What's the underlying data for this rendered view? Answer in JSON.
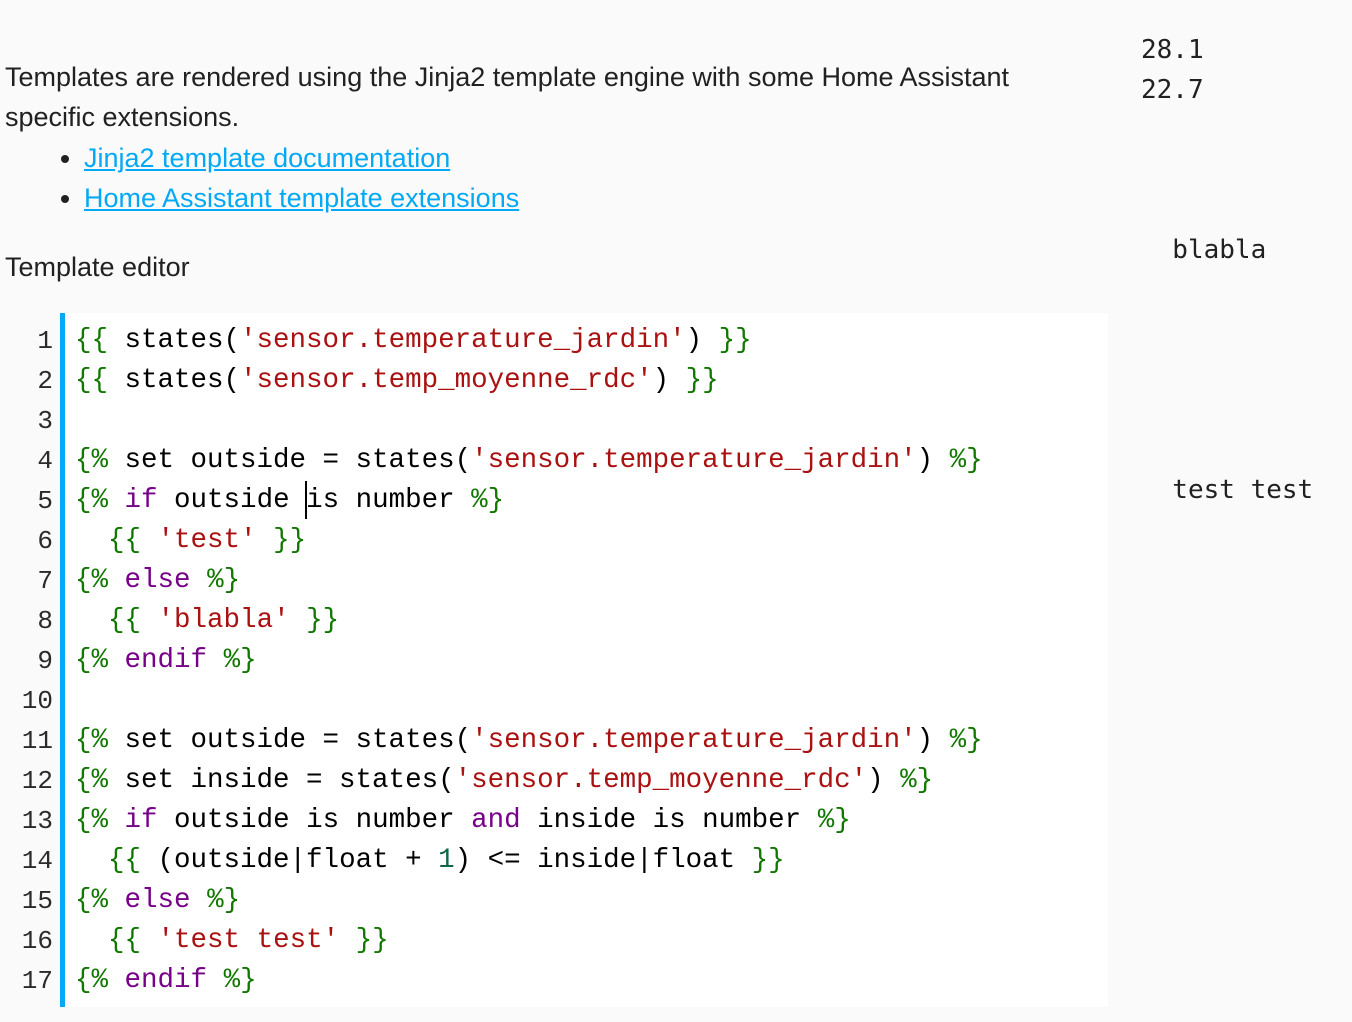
{
  "intro": {
    "line1": "Templates are rendered using the Jinja2 template engine with some Home Assistant",
    "line2": "specific extensions.",
    "link_color": "#03a9f4",
    "links": [
      {
        "label": "Jinja2 template documentation"
      },
      {
        "label": "Home Assistant template extensions"
      }
    ]
  },
  "editor": {
    "label": "Template editor",
    "accent_color": "#03a9f4",
    "background": "#ffffff",
    "syntax_colors": {
      "plain": "#000000",
      "tag": "#117700",
      "keyword": "#770088",
      "string": "#aa1111",
      "number": "#116644"
    },
    "cursor": {
      "line": 5,
      "col": 14
    },
    "lines": [
      {
        "no": "1",
        "tokens": [
          [
            "tag",
            "{{"
          ],
          [
            "plain",
            " states("
          ],
          [
            "string",
            "'sensor.temperature_jardin'"
          ],
          [
            "plain",
            ") "
          ],
          [
            "tag",
            "}}"
          ]
        ]
      },
      {
        "no": "2",
        "tokens": [
          [
            "tag",
            "{{"
          ],
          [
            "plain",
            " states("
          ],
          [
            "string",
            "'sensor.temp_moyenne_rdc'"
          ],
          [
            "plain",
            ") "
          ],
          [
            "tag",
            "}}"
          ]
        ]
      },
      {
        "no": "3",
        "tokens": []
      },
      {
        "no": "4",
        "tokens": [
          [
            "tag",
            "{%"
          ],
          [
            "plain",
            " set outside = states("
          ],
          [
            "string",
            "'sensor.temperature_jardin'"
          ],
          [
            "plain",
            ") "
          ],
          [
            "tag",
            "%}"
          ]
        ]
      },
      {
        "no": "5",
        "tokens": [
          [
            "tag",
            "{%"
          ],
          [
            "plain",
            " "
          ],
          [
            "keyword",
            "if"
          ],
          [
            "plain",
            " outside "
          ],
          [
            "caret",
            ""
          ],
          [
            "plain",
            "is number "
          ],
          [
            "tag",
            "%}"
          ]
        ]
      },
      {
        "no": "6",
        "tokens": [
          [
            "plain",
            "  "
          ],
          [
            "tag",
            "{{"
          ],
          [
            "plain",
            " "
          ],
          [
            "string",
            "'test'"
          ],
          [
            "plain",
            " "
          ],
          [
            "tag",
            "}}"
          ]
        ]
      },
      {
        "no": "7",
        "tokens": [
          [
            "tag",
            "{%"
          ],
          [
            "plain",
            " "
          ],
          [
            "keyword",
            "else"
          ],
          [
            "plain",
            " "
          ],
          [
            "tag",
            "%}"
          ]
        ]
      },
      {
        "no": "8",
        "tokens": [
          [
            "plain",
            "  "
          ],
          [
            "tag",
            "{{"
          ],
          [
            "plain",
            " "
          ],
          [
            "string",
            "'blabla'"
          ],
          [
            "plain",
            " "
          ],
          [
            "tag",
            "}}"
          ]
        ]
      },
      {
        "no": "9",
        "tokens": [
          [
            "tag",
            "{%"
          ],
          [
            "plain",
            " "
          ],
          [
            "keyword",
            "endif"
          ],
          [
            "plain",
            " "
          ],
          [
            "tag",
            "%}"
          ]
        ]
      },
      {
        "no": "10",
        "tokens": []
      },
      {
        "no": "11",
        "tokens": [
          [
            "tag",
            "{%"
          ],
          [
            "plain",
            " set outside = states("
          ],
          [
            "string",
            "'sensor.temperature_jardin'"
          ],
          [
            "plain",
            ") "
          ],
          [
            "tag",
            "%}"
          ]
        ]
      },
      {
        "no": "12",
        "tokens": [
          [
            "tag",
            "{%"
          ],
          [
            "plain",
            " set inside = states("
          ],
          [
            "string",
            "'sensor.temp_moyenne_rdc'"
          ],
          [
            "plain",
            ") "
          ],
          [
            "tag",
            "%}"
          ]
        ]
      },
      {
        "no": "13",
        "tokens": [
          [
            "tag",
            "{%"
          ],
          [
            "plain",
            " "
          ],
          [
            "keyword",
            "if"
          ],
          [
            "plain",
            " outside is number "
          ],
          [
            "keyword",
            "and"
          ],
          [
            "plain",
            " inside is number "
          ],
          [
            "tag",
            "%}"
          ]
        ]
      },
      {
        "no": "14",
        "tokens": [
          [
            "plain",
            "  "
          ],
          [
            "tag",
            "{{"
          ],
          [
            "plain",
            " (outside|float + "
          ],
          [
            "number",
            "1"
          ],
          [
            "plain",
            ") <= inside|float "
          ],
          [
            "tag",
            "}}"
          ]
        ]
      },
      {
        "no": "15",
        "tokens": [
          [
            "tag",
            "{%"
          ],
          [
            "plain",
            " "
          ],
          [
            "keyword",
            "else"
          ],
          [
            "plain",
            " "
          ],
          [
            "tag",
            "%}"
          ]
        ]
      },
      {
        "no": "16",
        "tokens": [
          [
            "plain",
            "  "
          ],
          [
            "tag",
            "{{"
          ],
          [
            "plain",
            " "
          ],
          [
            "string",
            "'test test'"
          ],
          [
            "plain",
            " "
          ],
          [
            "tag",
            "}}"
          ]
        ]
      },
      {
        "no": "17",
        "tokens": [
          [
            "tag",
            "{%"
          ],
          [
            "plain",
            " "
          ],
          [
            "keyword",
            "endif"
          ],
          [
            "plain",
            " "
          ],
          [
            "tag",
            "%}"
          ]
        ]
      }
    ]
  },
  "output": {
    "values": [
      "28.1",
      "22.7",
      "blabla",
      "test test"
    ],
    "text": "28.1\n22.7\n\n\n\n  blabla\n\n\n\n\n\n  test test"
  }
}
